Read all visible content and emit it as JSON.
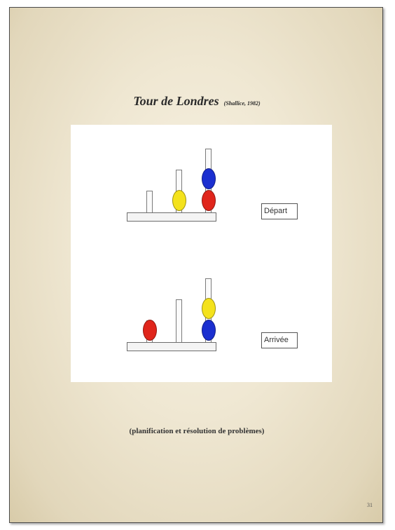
{
  "slide": {
    "title": "Tour de Londres",
    "citation": "(Shallice, 1982)",
    "caption": "(planification et résolution de problèmes)",
    "page_number": "31"
  },
  "diagrams": {
    "start": {
      "label": "Départ",
      "pegs": [
        {
          "balls": []
        },
        {
          "balls": [
            "yellow"
          ]
        },
        {
          "balls": [
            "red",
            "blue"
          ]
        }
      ]
    },
    "goal": {
      "label": "Arrivée",
      "pegs": [
        {
          "balls": [
            "red"
          ]
        },
        {
          "balls": []
        },
        {
          "balls": [
            "blue",
            "yellow"
          ]
        }
      ]
    }
  },
  "colors": {
    "red": "#e0251b",
    "yellow": "#f4e21c",
    "blue": "#1b2fd0"
  }
}
